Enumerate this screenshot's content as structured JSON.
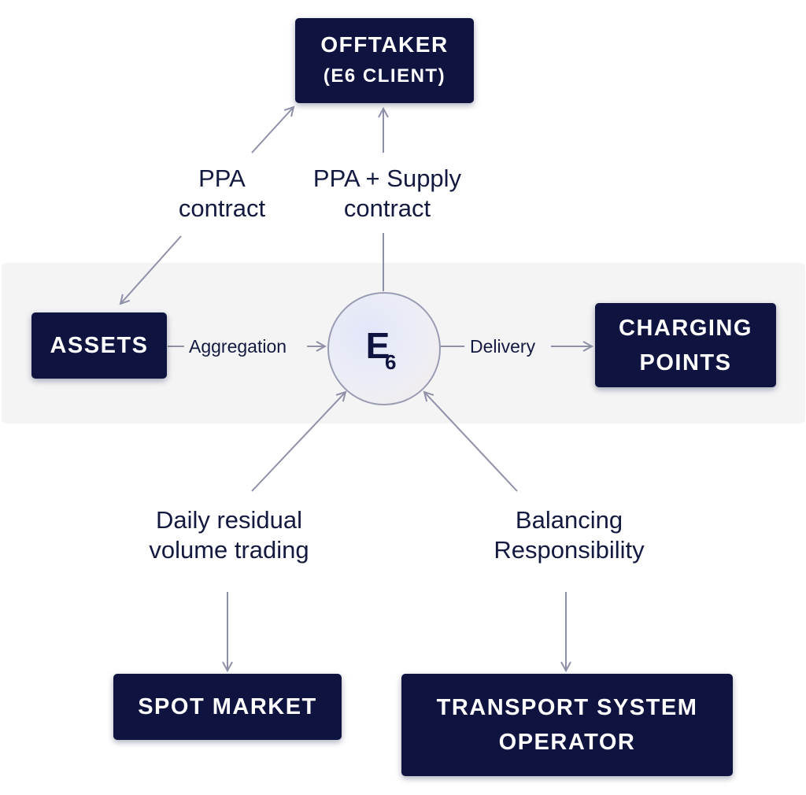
{
  "nodes": {
    "offtaker": {
      "line1": "OFFTAKER",
      "line2": "(E6 CLIENT)"
    },
    "assets": {
      "label": "ASSETS"
    },
    "charging_points": {
      "line1": "CHARGING",
      "line2": "POINTS"
    },
    "spot_market": {
      "label": "SPOT MARKET"
    },
    "tso": {
      "line1": "TRANSPORT SYSTEM",
      "line2": "OPERATOR"
    }
  },
  "hub": {
    "mark": "E",
    "sub": "6"
  },
  "edges": {
    "ppa": {
      "line1": "PPA",
      "line2": "contract"
    },
    "ppa_supply": {
      "line1": "PPA + Supply",
      "line2": "contract"
    },
    "aggregation": "Aggregation",
    "delivery": "Delivery",
    "daily": {
      "line1": "Daily residual",
      "line2": "volume trading"
    },
    "balancing": {
      "line1": "Balancing",
      "line2": "Responsibility"
    }
  },
  "colors": {
    "box_fill": "#0e1340",
    "connector": "#8e90a8",
    "band": "#f4f4f5",
    "text": "#14193f"
  }
}
